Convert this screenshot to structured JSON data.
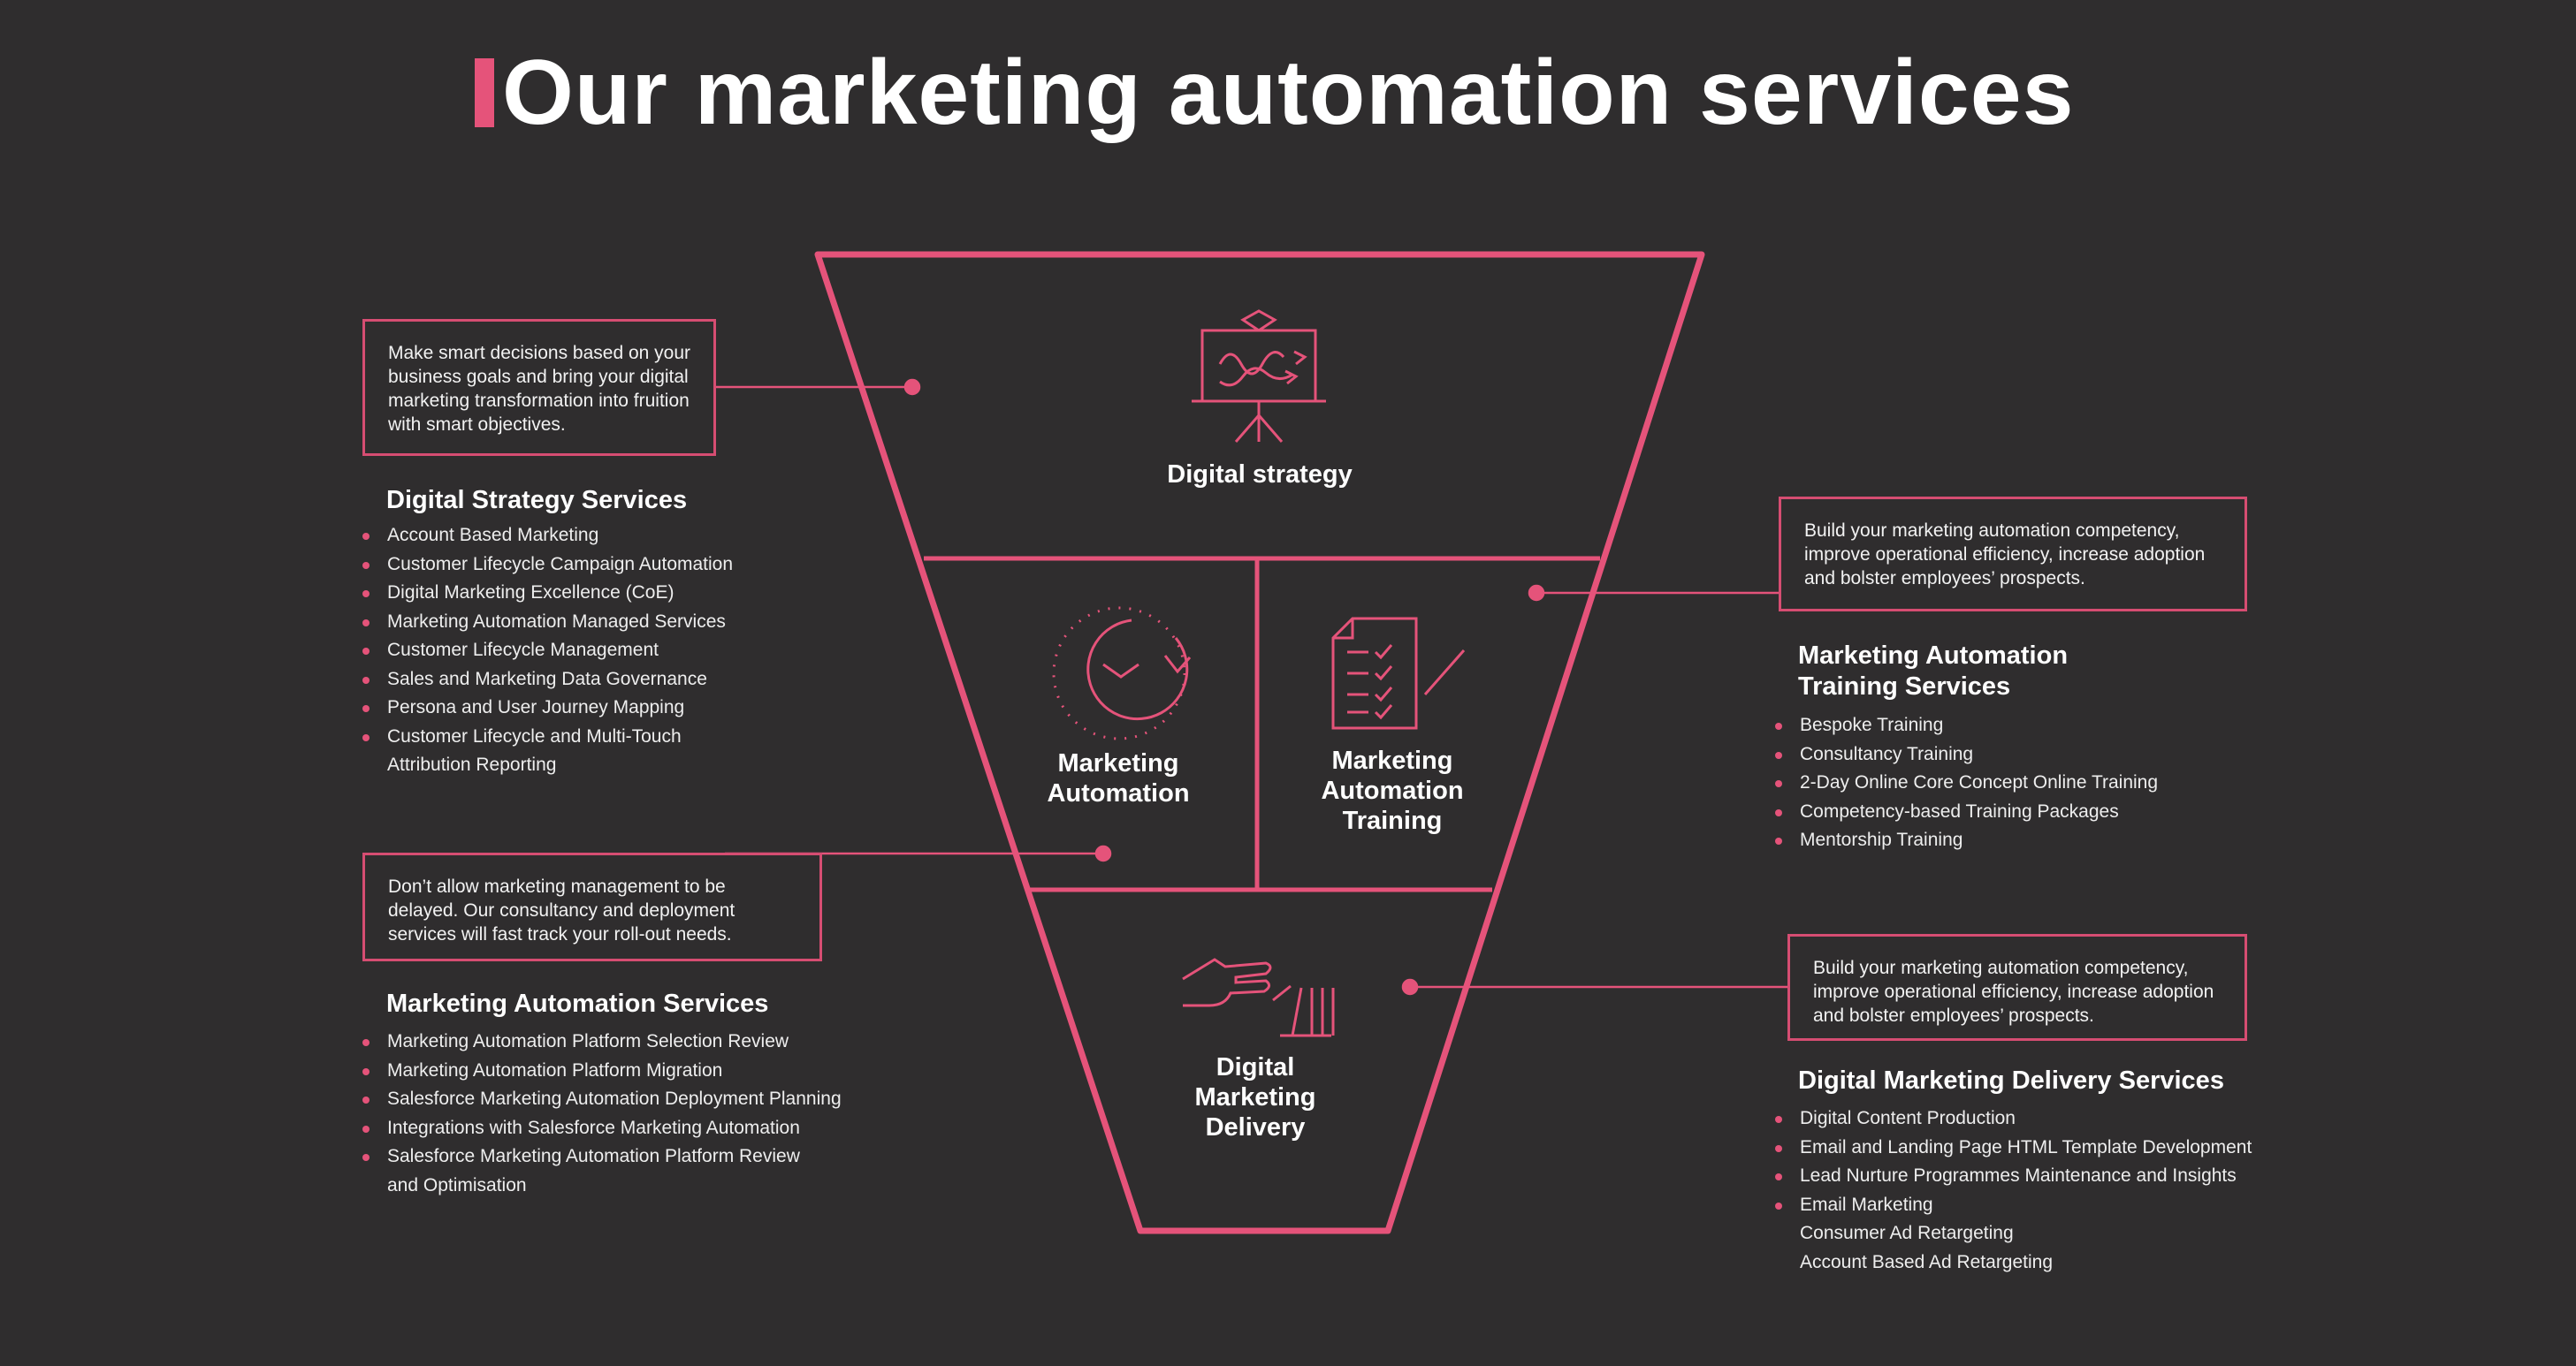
{
  "title": "Our marketing automation services",
  "colors": {
    "accent": "#e5537a",
    "background": "#2f2d2e",
    "text": "#ffffff"
  },
  "funnel": {
    "segments": [
      {
        "label": "Digital strategy",
        "icon": "strategy-board-icon"
      },
      {
        "label": "Marketing Automation",
        "icon": "clock-cycle-icon"
      },
      {
        "label": "Marketing Automation Training",
        "icon": "checklist-icon"
      },
      {
        "label": "Digital Marketing Delivery",
        "icon": "pointing-hand-icon"
      }
    ]
  },
  "callouts": [
    {
      "text": "Make smart decisions based on your business goals and bring your digital marketing transformation into fruition with smart objectives."
    },
    {
      "text": "Don’t allow marketing management to be delayed. Our consultancy and deployment services will fast track your roll-out needs."
    },
    {
      "text": "Build your marketing automation competency, improve operational efficiency, increase adoption and bolster employees’ prospects."
    },
    {
      "text": "Build your marketing automation competency, improve operational efficiency, increase adoption and bolster employees’ prospects."
    }
  ],
  "services": {
    "digital_strategy": {
      "title": "Digital Strategy Services",
      "items": [
        "Account Based Marketing",
        "Customer Lifecycle Campaign Automation",
        "Digital Marketing Excellence (CoE)",
        "Marketing Automation Managed Services",
        "Customer Lifecycle Management",
        "Sales and Marketing Data Governance",
        "Persona and User Journey Mapping",
        "Customer Lifecycle and Multi-Touch",
        "Attribution Reporting"
      ]
    },
    "marketing_automation": {
      "title": "Marketing Automation Services",
      "items": [
        "Marketing Automation Platform Selection Review",
        "Marketing Automation Platform Migration",
        "Salesforce Marketing Automation Deployment Planning",
        "Integrations with Salesforce Marketing Automation",
        "Salesforce Marketing Automation Platform Review",
        "and Optimisation"
      ]
    },
    "training": {
      "title_line1": "Marketing Automation",
      "title_line2": "Training Services",
      "items": [
        "Bespoke Training",
        "Consultancy Training",
        "2-Day Online Core Concept Online Training",
        "Competency-based Training Packages",
        "Mentorship Training"
      ]
    },
    "delivery": {
      "title": "Digital Marketing Delivery Services",
      "items": [
        "Digital Content Production",
        "Email and Landing Page HTML Template Development",
        "Lead Nurture Programmes Maintenance and Insights",
        "Email Marketing",
        "Consumer Ad Retargeting",
        "Account Based Ad Retargeting"
      ]
    }
  }
}
